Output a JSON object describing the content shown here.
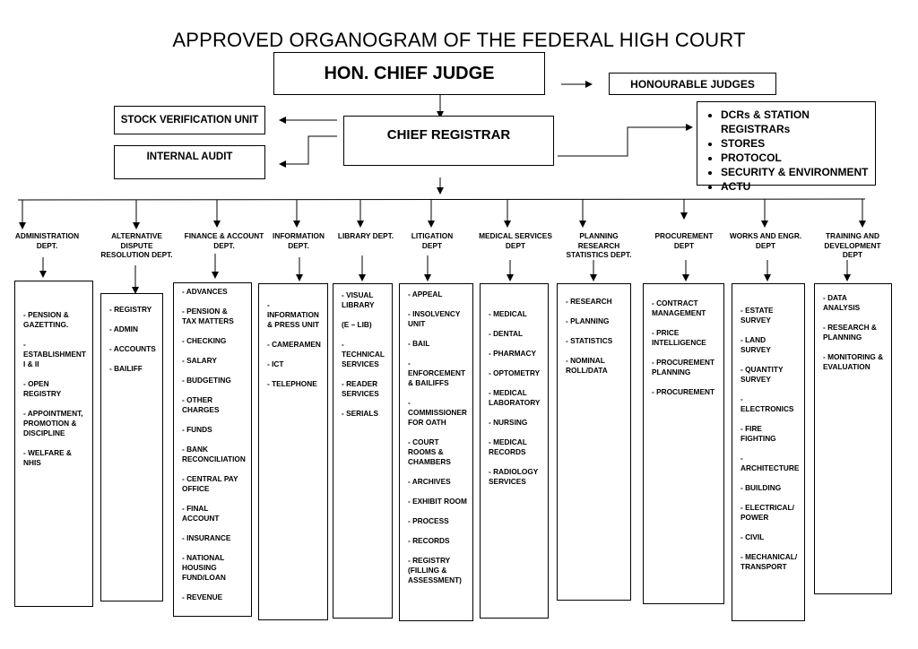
{
  "title": "APPROVED ORGANOGRAM OF THE FEDERAL HIGH COURT",
  "chief_judge": "HON. CHIEF JUDGE",
  "honourable_judges": "HONOURABLE JUDGES",
  "chief_registrar": "CHIEF REGISTRAR",
  "stock_verification": "STOCK VERIFICATION UNIT",
  "internal_audit": "INTERNAL AUDIT",
  "right_units": [
    "DCRs & STATION REGISTRARs",
    "STORES",
    "PROTOCOL",
    "SECURITY & ENVIRONMENT",
    "ACTU"
  ],
  "departments": [
    {
      "name": "ADMINISTRATION\nDEPT.",
      "items": [
        "- PENSION &\n  GAZETTING.",
        "-\nESTABLISHMENT\n   I & II",
        "- OPEN\nREGISTRY",
        "- APPOINTMENT,\nPROMOTION &\nDISCIPLINE",
        "- WELFARE &\nNHIS"
      ]
    },
    {
      "name": "ALTERNATIVE\nDISPUTE\nRESOLUTION DEPT.",
      "items": [
        "- REGISTRY",
        "- ADMIN",
        "- ACCOUNTS",
        "- BAILIFF"
      ]
    },
    {
      "name": "FINANCE & ACCOUNT\nDEPT.",
      "items": [
        "- ADVANCES",
        "- PENSION &\nTAX MATTERS",
        "- CHECKING",
        "- SALARY",
        "- BUDGETING",
        "- OTHER\nCHARGES",
        "- FUNDS",
        "- BANK\nRECONCILIATION",
        "- CENTRAL PAY\nOFFICE",
        "- FINAL\nACCOUNT",
        "- INSURANCE",
        "- NATIONAL\nHOUSING\nFUND/LOAN",
        "- REVENUE"
      ]
    },
    {
      "name": "INFORMATION\nDEPT.",
      "items": [
        "-\nINFORMATION\n& PRESS UNIT",
        "- CAMERAMEN",
        "- ICT",
        "- TELEPHONE"
      ]
    },
    {
      "name": "LIBRARY DEPT.",
      "items": [
        "- VISUAL\nLIBRARY",
        "(E – LIB)",
        "-\nTECHNICAL\nSERVICES",
        "- READER\nSERVICES",
        "- SERIALS"
      ]
    },
    {
      "name": "LITIGATION\nDEPT",
      "items": [
        "- APPEAL",
        "- INSOLVENCY\nUNIT",
        "- BAIL",
        "-\nENFORCEMENT\n& BAILIFFS",
        "-\nCOMMISSIONER\nFOR OATH",
        "- COURT\nROOMS &\nCHAMBERS",
        "- ARCHIVES",
        "- EXHIBIT ROOM",
        "- PROCESS",
        "- RECORDS",
        "- REGISTRY\n(FILLING &\nASSESSMENT)"
      ]
    },
    {
      "name": "MEDICAL SERVICES\nDEPT",
      "items": [
        "- MEDICAL",
        "- DENTAL",
        "- PHARMACY",
        "- OPTOMETRY",
        "- MEDICAL\nLABORATORY",
        "- NURSING",
        "- MEDICAL\nRECORDS",
        "- RADIOLOGY\nSERVICES"
      ]
    },
    {
      "name": "PLANNING\nRESEARCH\nSTATISTICS DEPT.",
      "items": [
        "- RESEARCH",
        "- PLANNING",
        "- STATISTICS",
        "- NOMINAL\n  ROLL/DATA"
      ]
    },
    {
      "name": "PROCUREMENT\nDEPT",
      "items": [
        "- CONTRACT\nMANAGEMENT",
        "- PRICE\nINTELLIGENCE",
        "- PROCUREMENT\nPLANNING",
        "- PROCUREMENT"
      ]
    },
    {
      "name": "WORKS AND ENGR.\nDEPT",
      "items": [
        "- ESTATE\nSURVEY",
        "- LAND\nSURVEY",
        "- QUANTITY\nSURVEY",
        "-\nELECTRONICS",
        "- FIRE\nFIGHTING",
        "-\nARCHITECTURE",
        "- BUILDING",
        "- ELECTRICAL/\nPOWER",
        "- CIVIL",
        "- MECHANICAL/\nTRANSPORT"
      ]
    },
    {
      "name": "TRAINING AND\nDEVELOPMENT\nDEPT",
      "items": [
        "- DATA\nANALYSIS",
        "- RESEARCH &\nPLANNING",
        "- MONITORING &\nEVALUATION"
      ]
    }
  ]
}
